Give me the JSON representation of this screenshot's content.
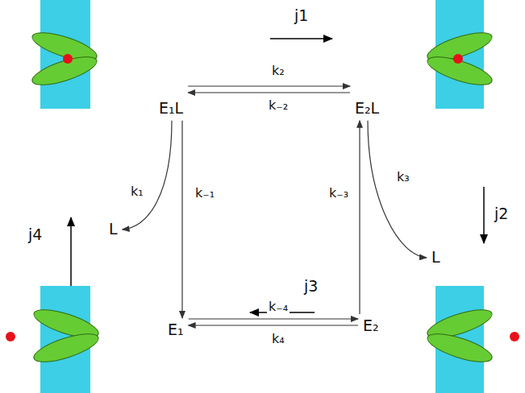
{
  "diagram": {
    "nodes": [
      {
        "text": [
          "E₁L"
        ]
      },
      {
        "text": [
          "E₂L"
        ]
      },
      {
        "text": [
          "E₁"
        ]
      },
      {
        "text": [
          "E₂"
        ]
      },
      {
        "text": [
          "L"
        ]
      },
      {
        "text": [
          "L"
        ]
      }
    ],
    "edges": [
      {
        "from": 0,
        "to": 1,
        "label": "k₂",
        "arrow": "to"
      },
      {
        "from": 1,
        "to": 0,
        "label": "k₋₂",
        "arrow": "to"
      },
      {
        "from": 0,
        "to": 4,
        "label": "k₁",
        "arrow": "to"
      },
      {
        "from": 0,
        "to": 2,
        "label": "k₋₁",
        "arrow": "to"
      },
      {
        "from": 1,
        "to": 5,
        "label": "k₃",
        "arrow": "to"
      },
      {
        "from": 3,
        "to": 1,
        "label": "k₋₃",
        "arrow": "to"
      },
      {
        "from": 2,
        "to": 3,
        "label": "k₋₄",
        "arrow": "to"
      },
      {
        "from": 3,
        "to": 2,
        "label": "k₄",
        "arrow": "to"
      }
    ],
    "labels": [
      "j1",
      "j2",
      "j3",
      "j4"
    ]
  }
}
